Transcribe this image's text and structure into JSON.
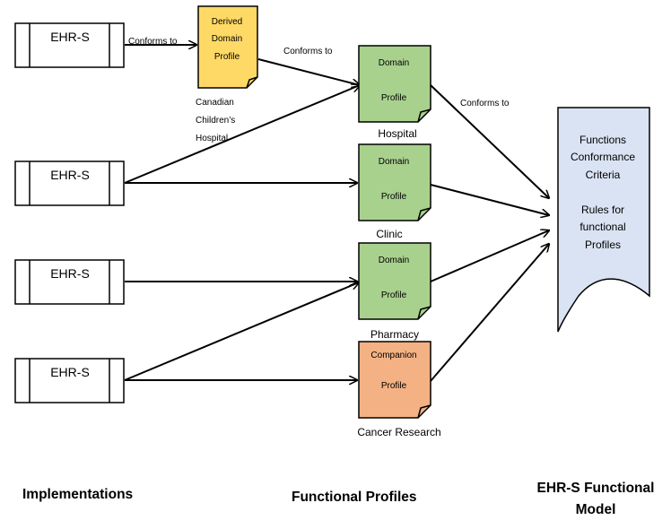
{
  "implementations": [
    {
      "label": "EHR-S"
    },
    {
      "label": "EHR-S"
    },
    {
      "label": "EHR-S"
    },
    {
      "label": "EHR-S"
    }
  ],
  "derived_profile": {
    "lines": [
      "Derived",
      "Domain",
      "Profile"
    ],
    "caption_lines": [
      "Canadian",
      "Children’s",
      "Hospital"
    ],
    "color": "#FFD966"
  },
  "profiles": [
    {
      "line1": "Domain",
      "line2": "Profile",
      "caption": "Hospital",
      "color": "#A9D18E"
    },
    {
      "line1": "Domain",
      "line2": "Profile",
      "caption": "Clinic",
      "color": "#A9D18E"
    },
    {
      "line1": "Domain",
      "line2": "Profile",
      "caption": "Pharmacy",
      "color": "#A9D18E"
    },
    {
      "line1": "Companion",
      "line2": "Profile",
      "caption": "Cancer Research",
      "color": "#F4B183"
    }
  ],
  "model_doc": {
    "lines1": [
      "Functions",
      "Conformance",
      "Criteria"
    ],
    "lines2": [
      "Rules for",
      "functional",
      "Profiles"
    ],
    "color": "#DAE3F3"
  },
  "arrow_labels": {
    "impl_to_derived": "Conforms to",
    "derived_to_domain": "Conforms to",
    "domain_to_model": "Conforms to"
  },
  "headings": {
    "implementations": "Implementations",
    "functional_profiles": "Functional Profiles",
    "model_line1": "EHR-S Functional",
    "model_line2": "Model"
  }
}
